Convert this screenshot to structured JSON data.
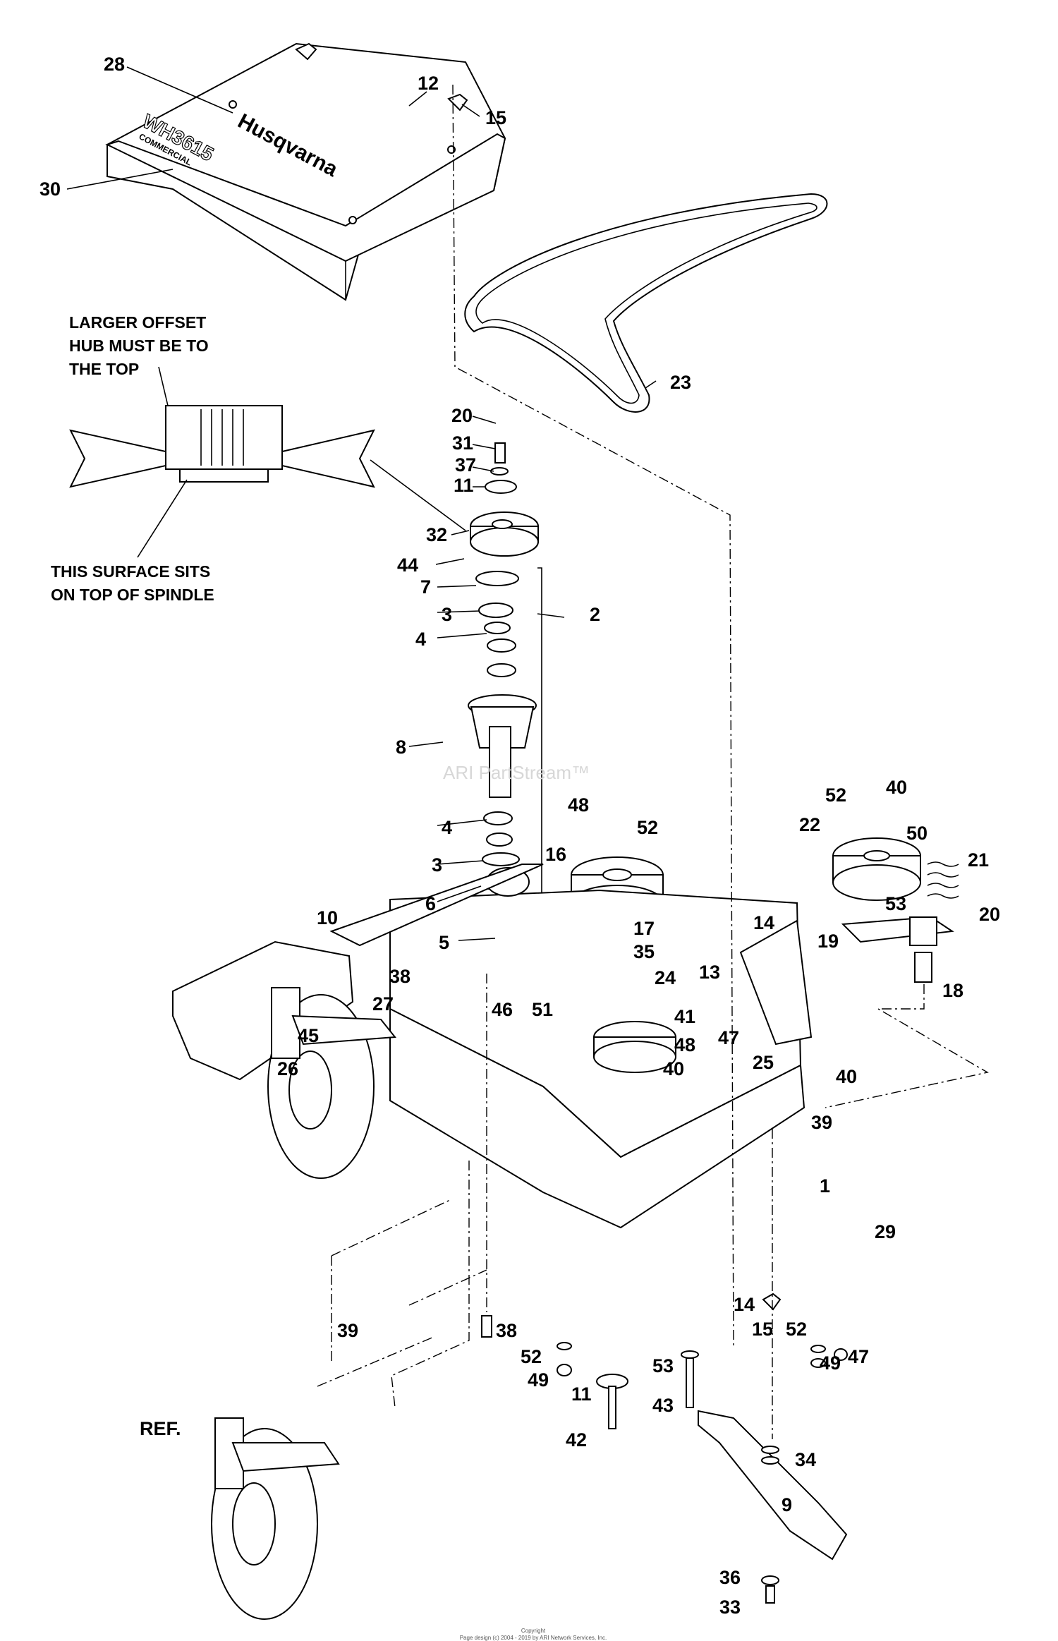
{
  "watermark": "ARI PartStream™",
  "copyright": {
    "line1": "Copyright",
    "line2": "Page design (c) 2004 - 2019 by ARI Network Services, Inc."
  },
  "cover": {
    "brand": "Husqvarna",
    "model": "WH3615",
    "model_sub": "COMMERCIAL"
  },
  "notes": {
    "hub_top": [
      "LARGER OFFSET",
      "HUB MUST BE TO",
      "THE TOP"
    ],
    "spindle_surface": [
      "THIS SURFACE SITS",
      "ON TOP OF SPINDLE"
    ]
  },
  "callouts": [
    {
      "id": "c28",
      "text": "28"
    },
    {
      "id": "c12",
      "text": "12"
    },
    {
      "id": "c15a",
      "text": "15"
    },
    {
      "id": "c30",
      "text": "30"
    },
    {
      "id": "c23",
      "text": "23"
    },
    {
      "id": "c20a",
      "text": "20"
    },
    {
      "id": "c31",
      "text": "31"
    },
    {
      "id": "c37",
      "text": "37"
    },
    {
      "id": "c11a",
      "text": "11"
    },
    {
      "id": "c32",
      "text": "32"
    },
    {
      "id": "c44",
      "text": "44"
    },
    {
      "id": "c7",
      "text": "7"
    },
    {
      "id": "c2",
      "text": "2"
    },
    {
      "id": "c3a",
      "text": "3"
    },
    {
      "id": "c4a",
      "text": "4"
    },
    {
      "id": "c8",
      "text": "8"
    },
    {
      "id": "c4b",
      "text": "4"
    },
    {
      "id": "c3b",
      "text": "3"
    },
    {
      "id": "c6",
      "text": "6"
    },
    {
      "id": "c5",
      "text": "5"
    },
    {
      "id": "c48a",
      "text": "48"
    },
    {
      "id": "c52a",
      "text": "52"
    },
    {
      "id": "c16",
      "text": "16"
    },
    {
      "id": "c17",
      "text": "17"
    },
    {
      "id": "c35",
      "text": "35"
    },
    {
      "id": "c24",
      "text": "24"
    },
    {
      "id": "c52b",
      "text": "52"
    },
    {
      "id": "c40a",
      "text": "40"
    },
    {
      "id": "c22",
      "text": "22"
    },
    {
      "id": "c50",
      "text": "50"
    },
    {
      "id": "c21",
      "text": "21"
    },
    {
      "id": "c53a",
      "text": "53"
    },
    {
      "id": "c20b",
      "text": "20"
    },
    {
      "id": "c19",
      "text": "19"
    },
    {
      "id": "c18",
      "text": "18"
    },
    {
      "id": "c14a",
      "text": "14"
    },
    {
      "id": "c13",
      "text": "13"
    },
    {
      "id": "c10",
      "text": "10"
    },
    {
      "id": "c38a",
      "text": "38"
    },
    {
      "id": "c27",
      "text": "27"
    },
    {
      "id": "c45",
      "text": "45"
    },
    {
      "id": "c46",
      "text": "46"
    },
    {
      "id": "c51",
      "text": "51"
    },
    {
      "id": "c41",
      "text": "41"
    },
    {
      "id": "c48b",
      "text": "48"
    },
    {
      "id": "c47a",
      "text": "47"
    },
    {
      "id": "c40b",
      "text": "40"
    },
    {
      "id": "c25",
      "text": "25"
    },
    {
      "id": "c40c",
      "text": "40"
    },
    {
      "id": "c26",
      "text": "26"
    },
    {
      "id": "c39a",
      "text": "39"
    },
    {
      "id": "c1",
      "text": "1"
    },
    {
      "id": "c29",
      "text": "29"
    },
    {
      "id": "c14b",
      "text": "14"
    },
    {
      "id": "c15b",
      "text": "15"
    },
    {
      "id": "c52c",
      "text": "52"
    },
    {
      "id": "c49a",
      "text": "49"
    },
    {
      "id": "c47b",
      "text": "47"
    },
    {
      "id": "c39b",
      "text": "39"
    },
    {
      "id": "c38b",
      "text": "38"
    },
    {
      "id": "c52d",
      "text": "52"
    },
    {
      "id": "c49b",
      "text": "49"
    },
    {
      "id": "c11b",
      "text": "11"
    },
    {
      "id": "c53b",
      "text": "53"
    },
    {
      "id": "c43",
      "text": "43"
    },
    {
      "id": "c42",
      "text": "42"
    },
    {
      "id": "cref",
      "text": "REF."
    },
    {
      "id": "c34",
      "text": "34"
    },
    {
      "id": "c9",
      "text": "9"
    },
    {
      "id": "c36",
      "text": "36"
    },
    {
      "id": "c33",
      "text": "33"
    }
  ]
}
